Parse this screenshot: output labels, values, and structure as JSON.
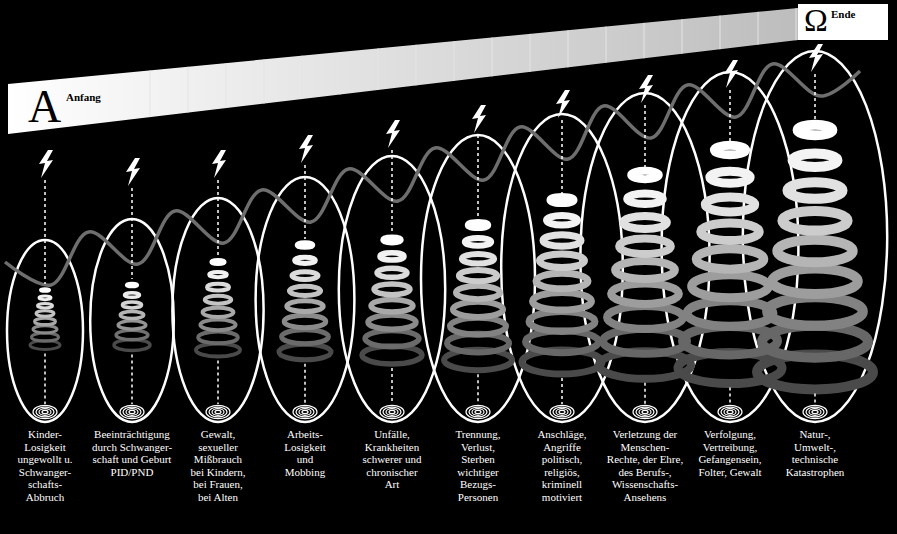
{
  "diagram": {
    "labels": [
      "A",
      "Anfang",
      "Ω",
      "Ende",
      "Kinder- Losigkeit ungewollt u. Schwanger- schafts- Abbruch",
      "Beeinträchtigung durch Schwanger- schaft und Geburt PID/PND",
      "Gewalt, sexueller Mißbrauch bei Kindern, bei Frauen, bei Alten",
      "Arbeits- Losigkeit und Mobbing",
      "Unfälle, Krankheiten schwerer und chronischer Art",
      "Trennung, Verlust, Sterben wichtiger Bezugs- Personen",
      "Anschläge, Angriffe politisch, religiös, kriminell motiviert",
      "Verletzung der Menschen- Rechte, der Ehre, des Berufs-, Wissenschafts- Ansehens",
      "Verfolgung, Vertreibung, Gefangensein, Folter, Gewalt",
      "Natur-, Umwelt-, technische Katastrophen"
    ]
  }
}
